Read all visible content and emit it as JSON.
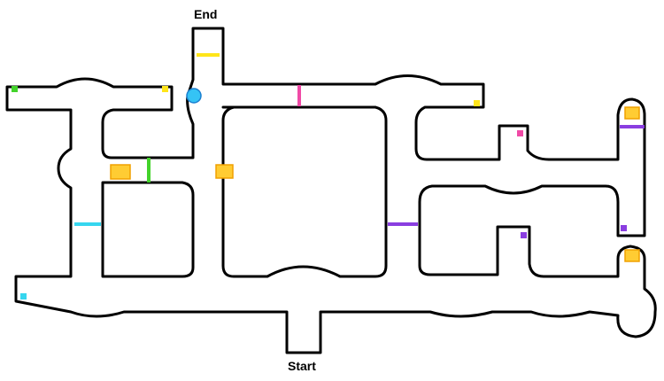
{
  "labels": {
    "end": "End",
    "start": "Start"
  },
  "colors": {
    "background": "#ffffff",
    "wall": "#000000",
    "yellow": "#ffe51a",
    "pink": "#f04aa6",
    "green": "#43d32b",
    "cyan": "#36d6ef",
    "purple": "#8a3ee0",
    "gold_fill": "#ffcc33",
    "gold_border": "#f0a000",
    "player_fill": "#35c3f5",
    "player_border": "#1a7fd0"
  },
  "doors": [
    {
      "id": "yellow-door",
      "color": "yellow"
    },
    {
      "id": "pink-door",
      "color": "pink"
    },
    {
      "id": "green-door",
      "color": "green"
    },
    {
      "id": "cyan-door",
      "color": "cyan"
    },
    {
      "id": "purple-door-upper",
      "color": "purple"
    },
    {
      "id": "purple-door-middle",
      "color": "purple"
    }
  ],
  "keys": [
    {
      "id": "green-key",
      "color": "green"
    },
    {
      "id": "yellow-key-left",
      "color": "yellow"
    },
    {
      "id": "yellow-key-right",
      "color": "yellow"
    },
    {
      "id": "pink-key",
      "color": "pink"
    },
    {
      "id": "cyan-key",
      "color": "cyan"
    },
    {
      "id": "purple-key-upper",
      "color": "purple"
    },
    {
      "id": "purple-key-lower",
      "color": "purple"
    }
  ],
  "treasures": [
    {
      "id": "gold-left"
    },
    {
      "id": "gold-center"
    },
    {
      "id": "gold-right-top"
    },
    {
      "id": "gold-right-bottom"
    }
  ]
}
